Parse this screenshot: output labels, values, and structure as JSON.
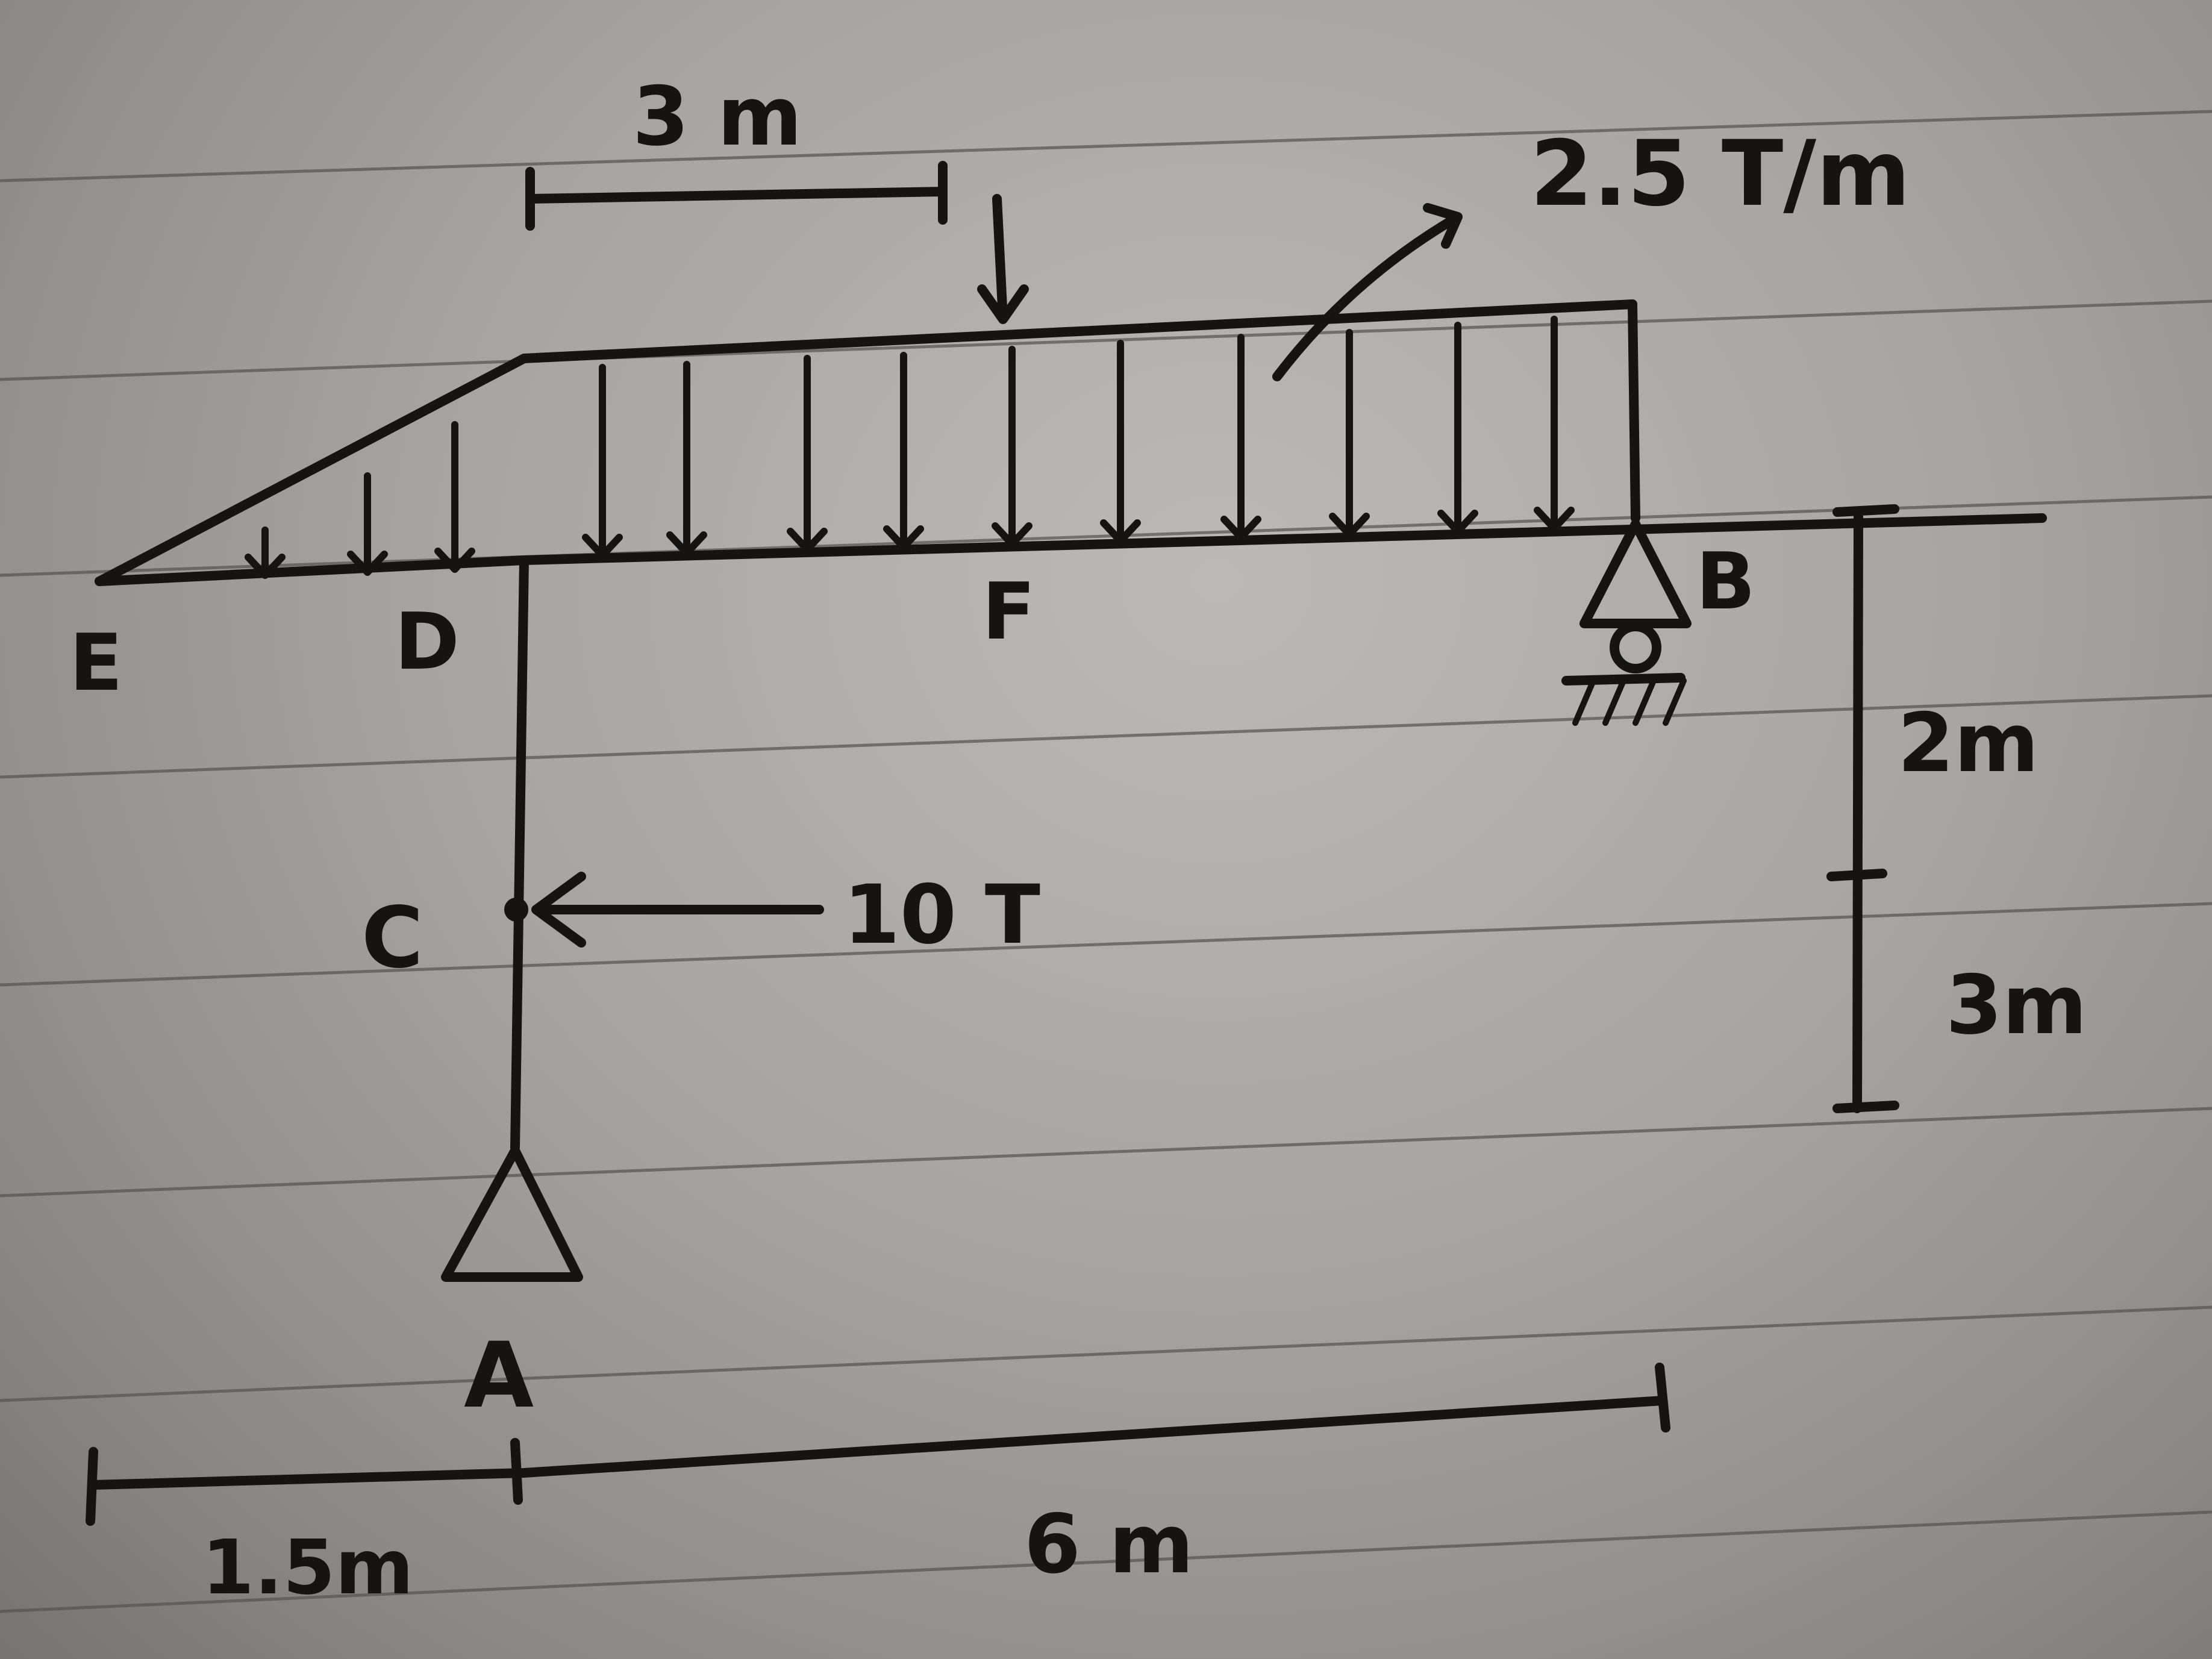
{
  "diagram": {
    "points": {
      "E": "E",
      "D": "D",
      "F": "F",
      "B": "B",
      "C": "C",
      "A": "A"
    },
    "loads": {
      "udl": "2.5 T/m",
      "horizontal_force": "10 T"
    },
    "dimensions": {
      "top_span": "3 m",
      "height_upper": "2m",
      "height_lower": "3m",
      "overhang": "1.5m",
      "main_span": "6 m"
    },
    "colors": {
      "ink": "#151413",
      "paper_light": "#bcbab6",
      "ruled_line": "#55534f"
    }
  }
}
